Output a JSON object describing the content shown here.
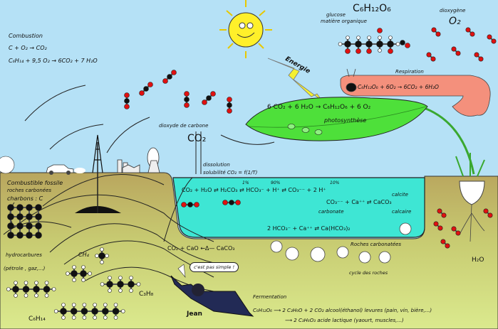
{
  "combustion": {
    "title": "Combustion",
    "eq1": "C + O₂ → CO₂",
    "eq2": "C₆H₁₄ + 9,5 O₂ → 6CO₂ + 7 H₂O"
  },
  "glucose": {
    "formula": "C₆H₁₂O₆",
    "label1": "glucose",
    "label2": "matière organique"
  },
  "oxygen": {
    "label": "dioxygène",
    "formula": "O₂"
  },
  "energy_label": "Energie",
  "respiration": {
    "title": "Respiration",
    "eq": "C₆H₁₂O₆ + 6O₂ → 6CO₂ + 6H₂O"
  },
  "photosynthesis": {
    "eq": "6 CO₂ + 6 H₂O → C₆H₁₂O₆ + 6 O₂",
    "label": "photosynthèse"
  },
  "co2": {
    "label": "dioxyde de carbone",
    "formula": "CO₂"
  },
  "dissolution": {
    "title": "dissolution",
    "solubility": "solubilité CO₂ = f(1/T)"
  },
  "ocean": {
    "eq_main": "CO₂ + H₂O ⇄ H₂CO₃ ⇄ HCO₃⁻ + H⁺ ⇄ CO₃⁻⁻ + 2 H⁺",
    "pct_h2co3": "1%",
    "pct_hco3": "90%",
    "pct_co3": "10%",
    "eq_carbonate": "CO₃⁻⁻ + Ca⁺⁺ ⇄ CaCO₃",
    "carbonate_label": "carbonate",
    "calcite_label": "calcite",
    "calcaire_label": "calcaire",
    "eq_bicarbonate": "2 HCO₃⁻ + Ca⁺⁺ ⇄ Ca(HCO₃)₂"
  },
  "rocks": {
    "calcination_eq": "CO₂ + CaO ←Δ— CaCO₃",
    "carbonate_rocks": "Roches carbonatées",
    "rock_cycle": "cycle des roches"
  },
  "fossil": {
    "line1": "Combustible fossile",
    "line2": "roches carbonées",
    "line3": "charbons : C",
    "hydrocarbons": "hydrocarbures",
    "examples": "(pétrole , gaz,...)",
    "ch4": "CH₄",
    "c3h8": "C₃H₈",
    "c6h14": "C₆H₁₄"
  },
  "speech_bubble": "c'est pas simple !",
  "signature": "Jean",
  "fermentation": {
    "title": "Fermentation",
    "eq1": "C₆H₁₂O₆ ⟶ 2 C₂H₆O + 2 CO₂ alcool(éthanol) levures (pain, vin, bière,...)",
    "eq2": "⟶ 2 C₃H₆O₃ acide lactique (yaourt, muscles,...)"
  },
  "water_label": "H₂O",
  "colors": {
    "sky": "#b5e1f6",
    "ocean": "#3ee6d4",
    "leaf": "#4ee03a",
    "caterpillar": "#f4907c",
    "sun": "#fff02a",
    "ground_top": "#b9a65e",
    "ground_bottom": "#dbea8e",
    "oxygen_atom": "#e01010",
    "carbon_atom": "#111111"
  }
}
